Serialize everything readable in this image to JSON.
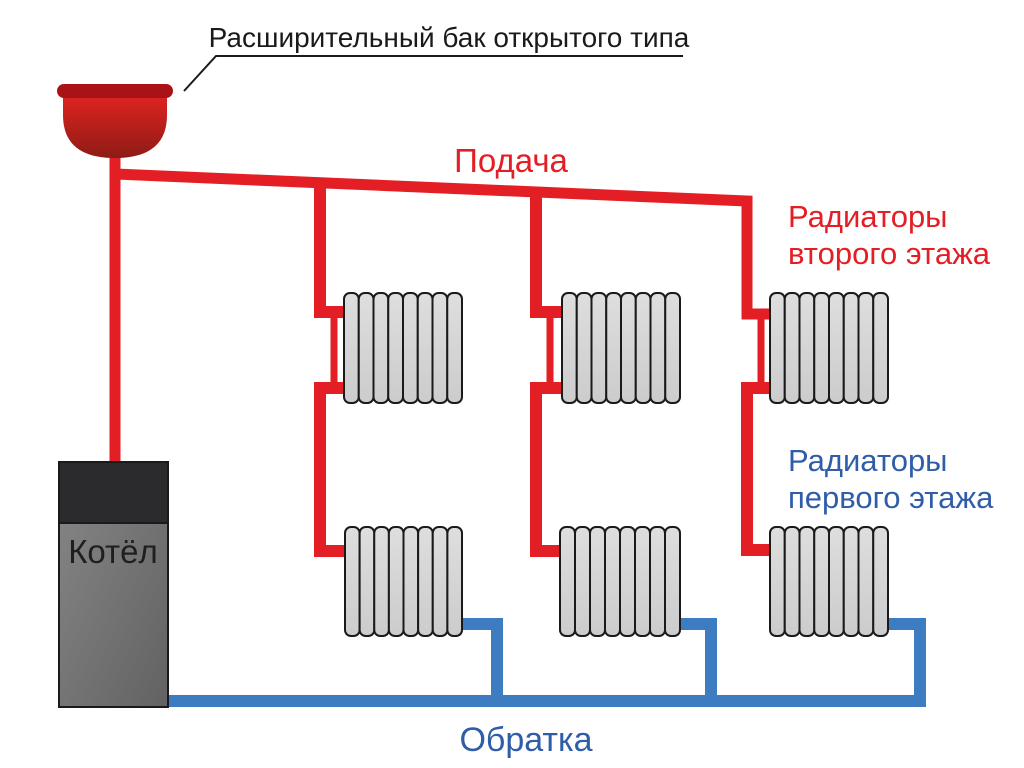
{
  "labels": {
    "expansion_tank": "Расширительный бак открытого типа",
    "supply": "Подача",
    "second_floor_line1": "Радиаторы",
    "second_floor_line2": "второго этажа",
    "first_floor_line1": "Радиаторы",
    "first_floor_line2": "первого этажа",
    "return": "Обратка",
    "boiler": "Котёл"
  },
  "colors": {
    "pipe-red": "#e31e24",
    "pipe-blue": "#3e7cc1",
    "text-red": "#e31e24",
    "text-blue": "#2f5da8",
    "text-dark": "#1a1a1a",
    "outline": "#1a1a1a",
    "boiler-top": "#2b2b2d",
    "tank-rim": "#a91216"
  }
}
